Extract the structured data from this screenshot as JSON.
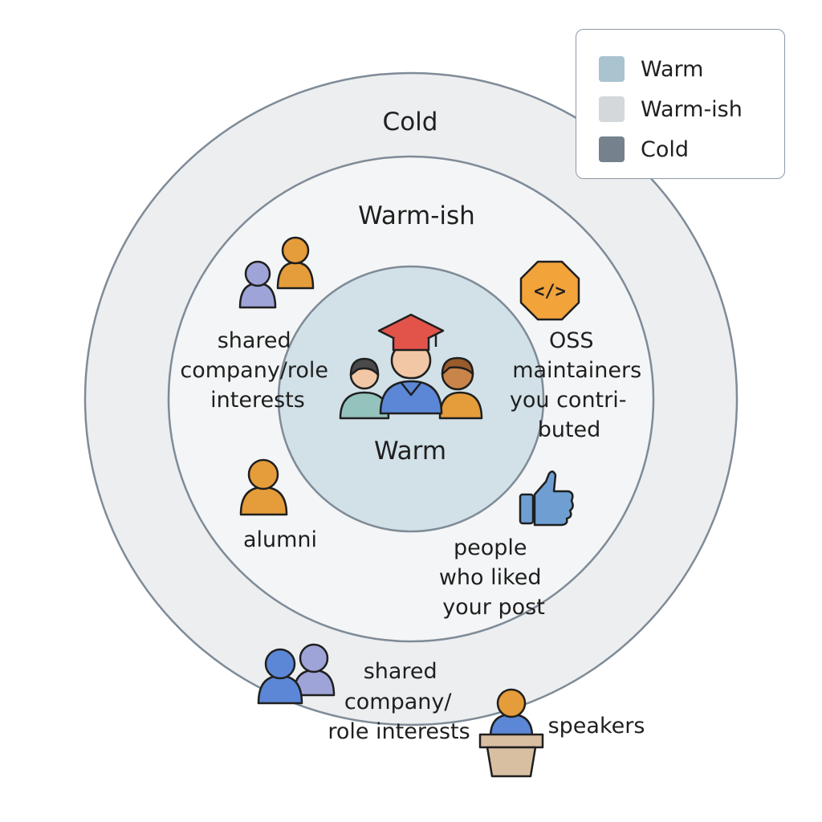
{
  "rings": {
    "cold": "Cold",
    "warm_ish": "Warm-ish",
    "warm": "Warm"
  },
  "groups": {
    "shared_interests_inner": [
      "shared",
      "company/role",
      "interests"
    ],
    "alumni": [
      "alumni"
    ],
    "oss": [
      "OSS",
      "maintainers",
      "you contri-",
      "buted"
    ],
    "liked_post": [
      "people",
      "who liked",
      "your post"
    ],
    "shared_interests_outer": [
      "shared",
      "company/",
      "role interests"
    ],
    "speakers": [
      "speakers"
    ]
  },
  "oss_badge_symbol": "</>",
  "legend": [
    {
      "label": "Warm",
      "color": "#a9c3cf"
    },
    {
      "label": "Warm-ish",
      "color": "#d4d8db"
    },
    {
      "label": "Cold",
      "color": "#75818d"
    }
  ],
  "colors": {
    "warm_fill": "#d2e1e8",
    "warm_ish_fill": "#f4f5f6",
    "cold_fill": "#eceef0",
    "ring_stroke": "#7f8b97",
    "person_orange": "#e59c3a",
    "person_blue": "#5b87d6",
    "person_lavender": "#9ea4d8",
    "person_teal": "#94c3bd",
    "grad_cap_red": "#e2544a",
    "thumb_blue": "#6f9fd2",
    "oss_badge_orange": "#f2a33a",
    "podium_tan": "#d9bfa2"
  },
  "icons": [
    "graduation-cap-icon",
    "person-icon",
    "code-badge-icon",
    "thumbs-up-icon",
    "podium-icon"
  ]
}
